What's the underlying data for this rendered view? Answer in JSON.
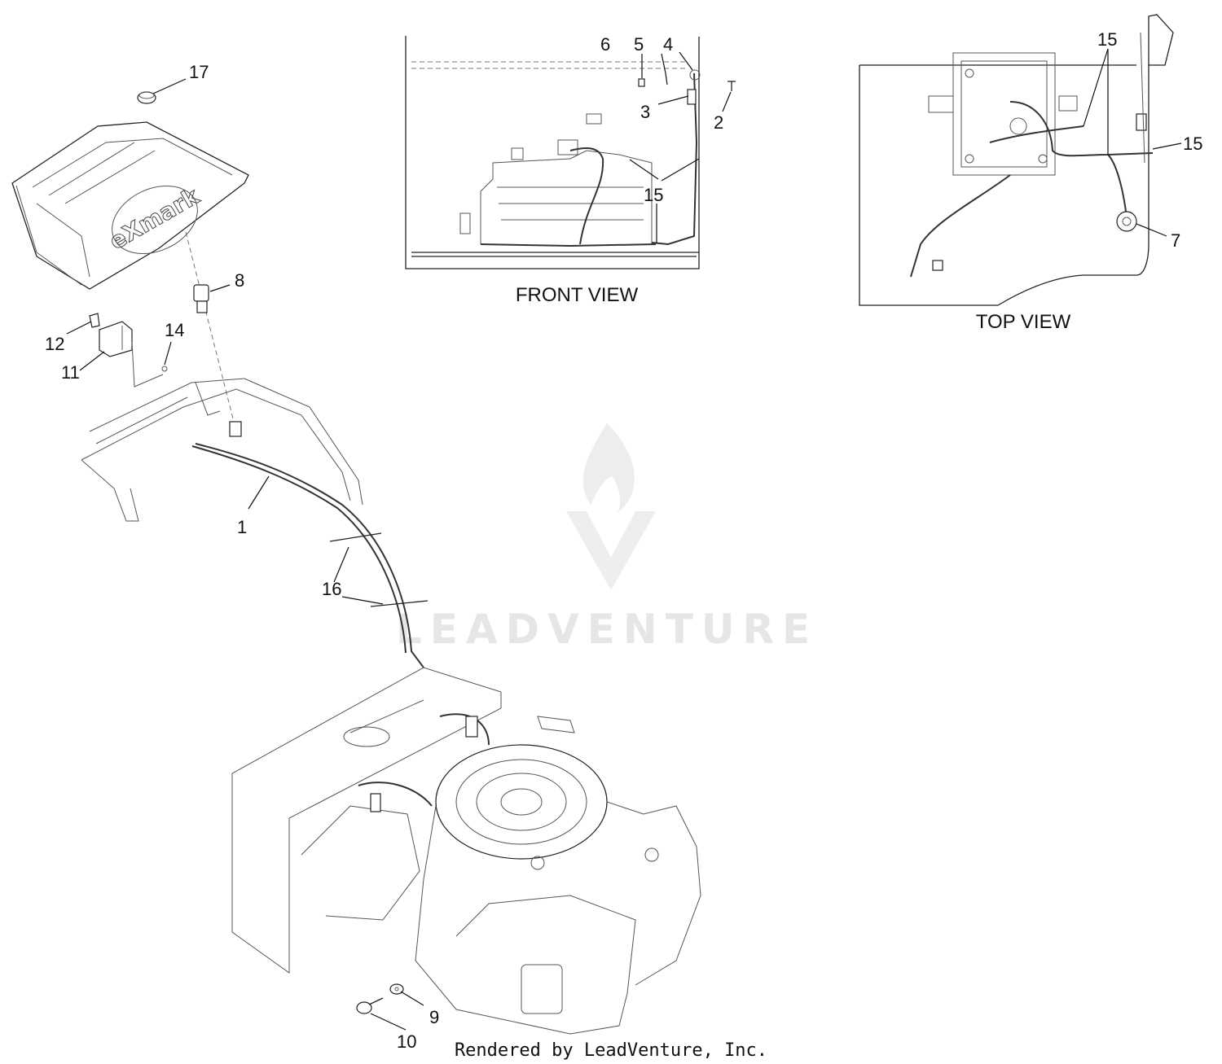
{
  "views": {
    "front": "FRONT VIEW",
    "top": "TOP VIEW"
  },
  "brand_decal": "eXmark",
  "watermark": "LEADVENTURE",
  "credit": "Rendered by LeadVenture, Inc.",
  "callouts": {
    "c1": "1",
    "c2": "2",
    "c3": "3",
    "c4": "4",
    "c5": "5",
    "c6": "6",
    "c7": "7",
    "c8": "8",
    "c9": "9",
    "c10": "10",
    "c11": "11",
    "c12": "12",
    "c14": "14",
    "c15a": "15",
    "c15b": "15",
    "c15c": "15",
    "c16": "16",
    "c17": "17"
  }
}
